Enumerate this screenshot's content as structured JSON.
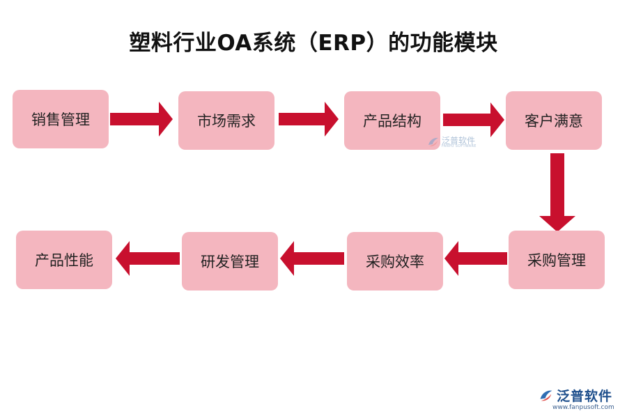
{
  "title": "塑料行业OA系统（ERP）的功能模块",
  "nodes": {
    "sales": "销售管理",
    "market": "市场需求",
    "structure": "产品结构",
    "satisfaction": "客户满意",
    "procurement": "采购管理",
    "efficiency": "采购效率",
    "rnd": "研发管理",
    "performance": "产品性能"
  },
  "watermark": {
    "cn": "泛普软件",
    "en": "FANPU SOFTWARE"
  },
  "brand": {
    "name": "泛普软件",
    "url": "www.fanpusoft.com"
  },
  "colors": {
    "node_fill": "#f4b6bf",
    "arrow": "#c8102e",
    "brand": "#1e4f8c"
  },
  "icons": {
    "watermark": "fanpu-logo-icon",
    "brand": "fanpu-logo-icon"
  }
}
